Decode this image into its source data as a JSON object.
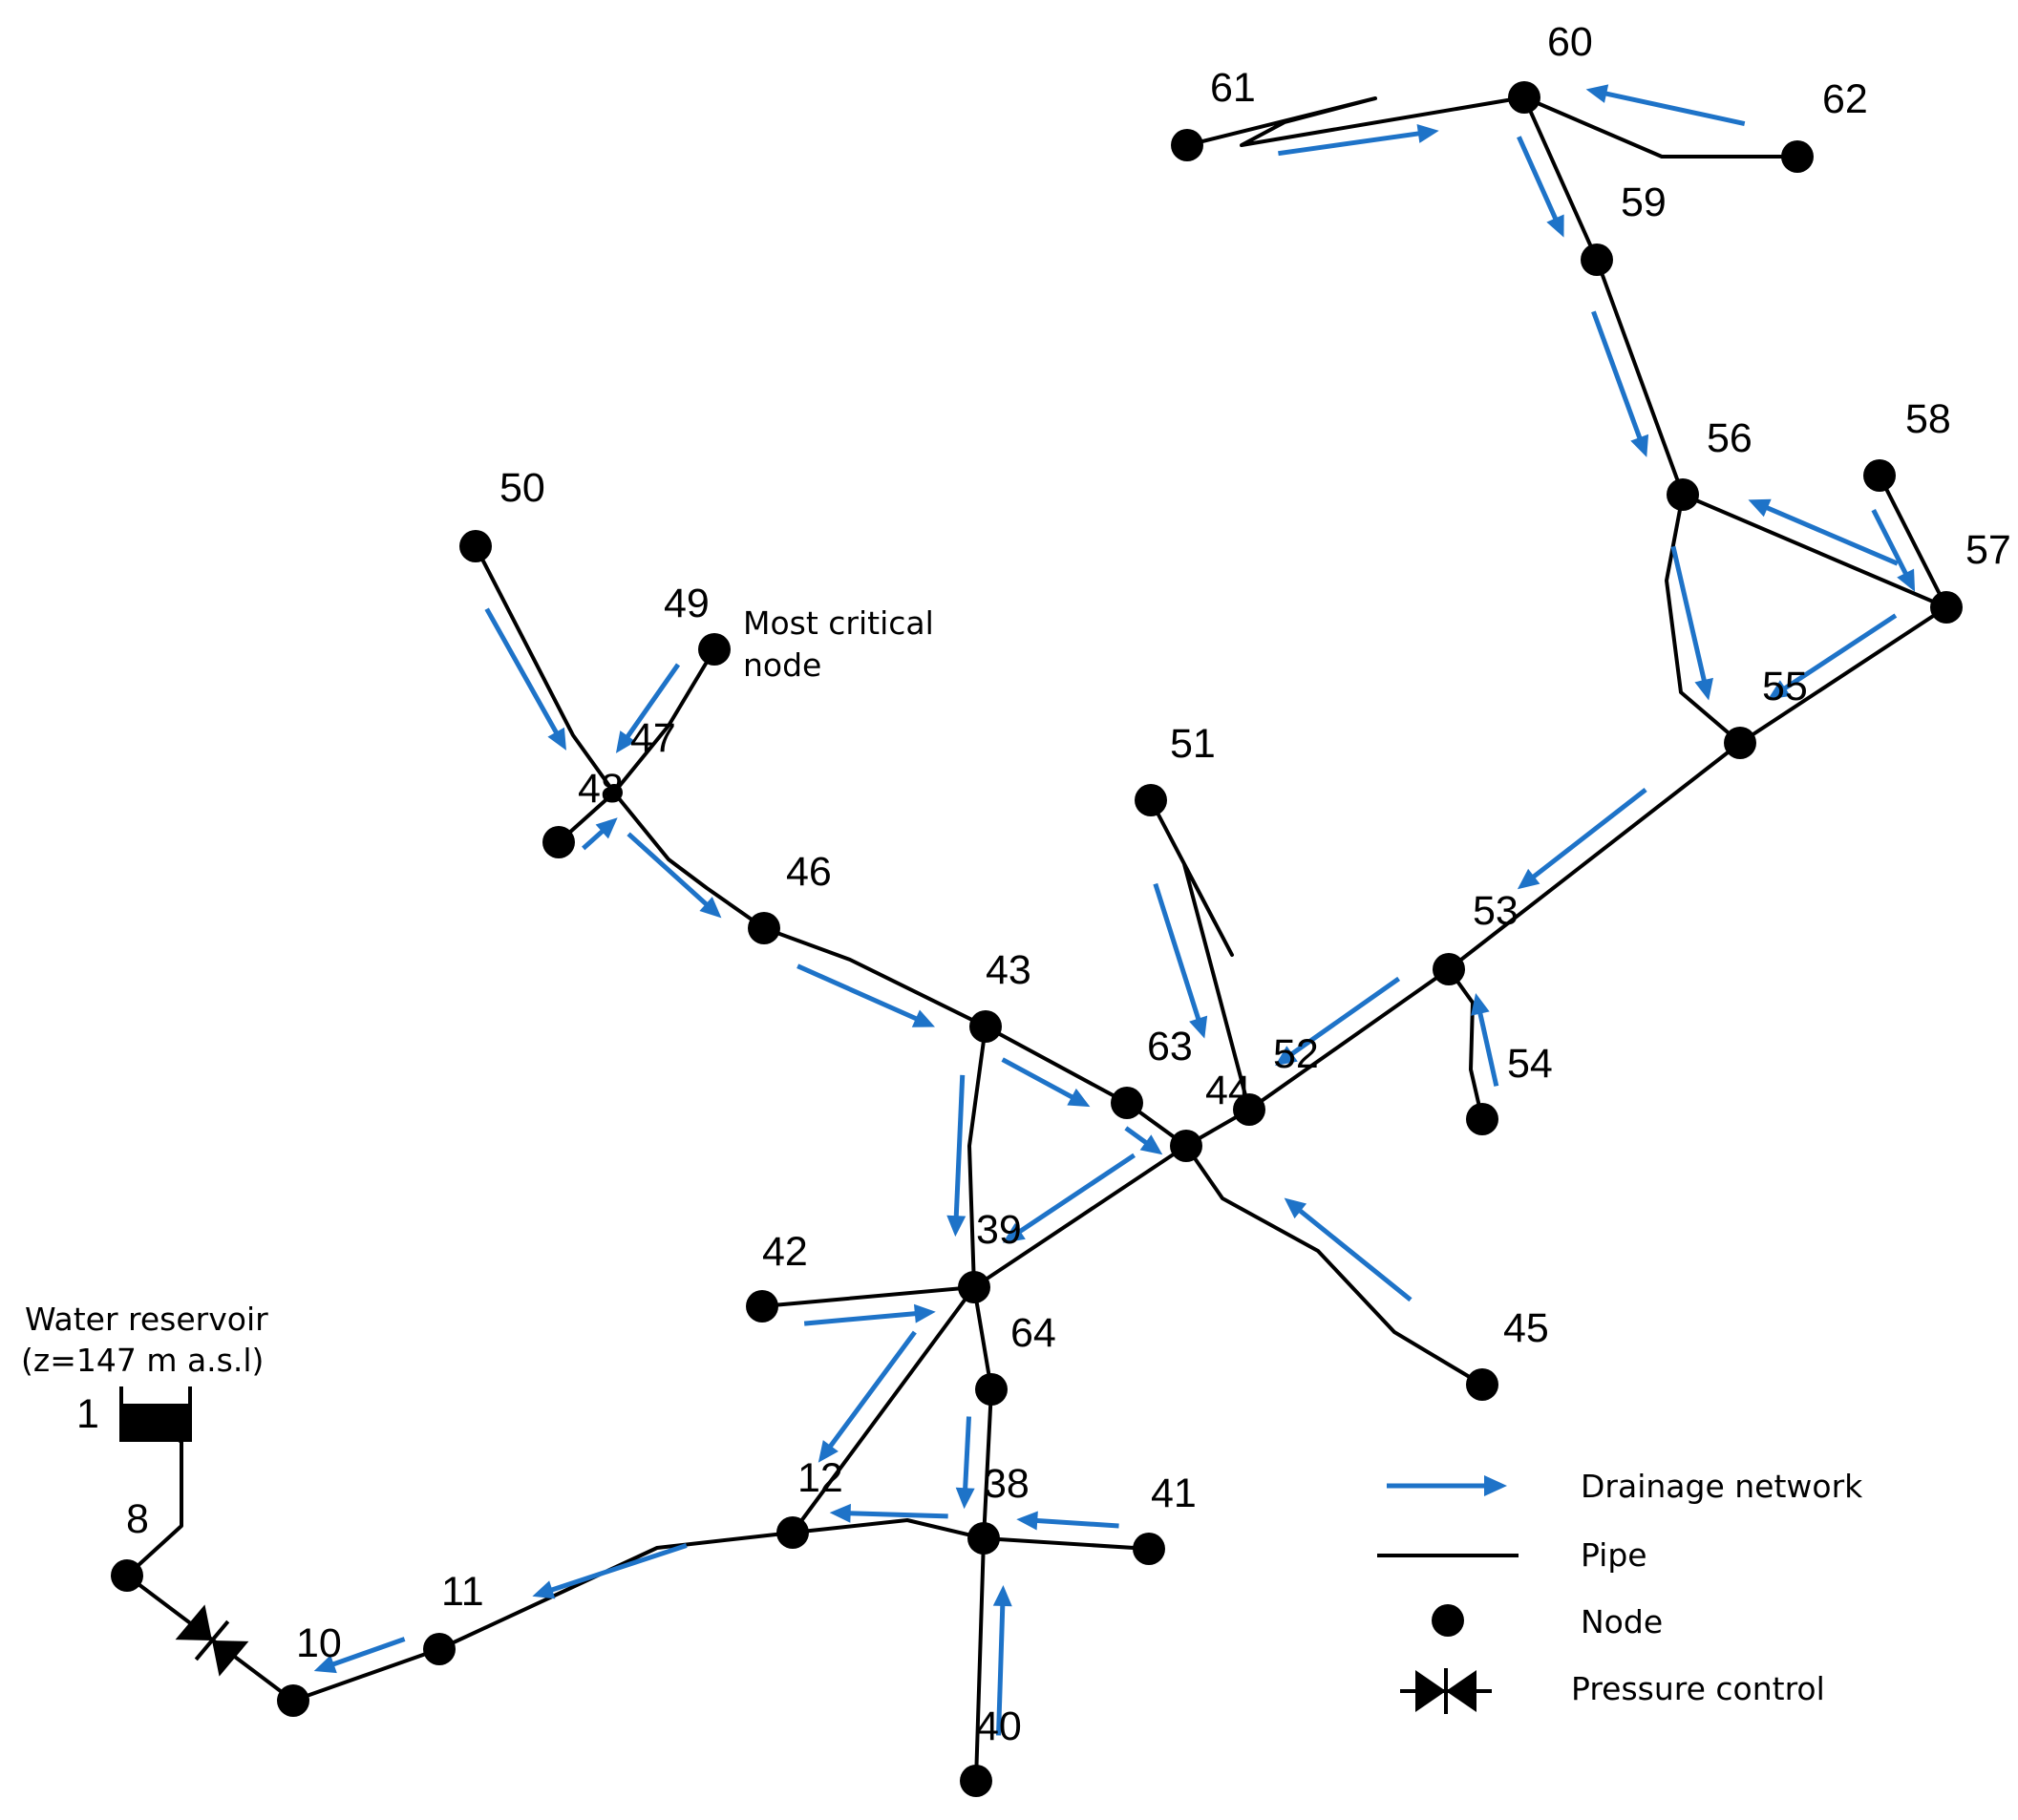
{
  "colors": {
    "flow_arrow": "#1e73c8",
    "pipe": "#000000",
    "node": "#000000"
  },
  "nodes": [
    {
      "id": "1",
      "label": "1"
    },
    {
      "id": "8",
      "label": "8"
    },
    {
      "id": "10",
      "label": "10"
    },
    {
      "id": "11",
      "label": "11"
    },
    {
      "id": "12",
      "label": "12"
    },
    {
      "id": "38",
      "label": "38"
    },
    {
      "id": "39",
      "label": "39"
    },
    {
      "id": "40",
      "label": "40"
    },
    {
      "id": "41",
      "label": "41"
    },
    {
      "id": "42",
      "label": "42"
    },
    {
      "id": "43",
      "label": "43"
    },
    {
      "id": "44",
      "label": "44"
    },
    {
      "id": "45",
      "label": "45"
    },
    {
      "id": "46",
      "label": "46"
    },
    {
      "id": "47",
      "label": "47"
    },
    {
      "id": "48",
      "label": "48"
    },
    {
      "id": "49",
      "label": "49"
    },
    {
      "id": "50",
      "label": "50"
    },
    {
      "id": "51",
      "label": "51"
    },
    {
      "id": "52",
      "label": "52"
    },
    {
      "id": "53",
      "label": "53"
    },
    {
      "id": "54",
      "label": "54"
    },
    {
      "id": "55",
      "label": "55"
    },
    {
      "id": "56",
      "label": "56"
    },
    {
      "id": "57",
      "label": "57"
    },
    {
      "id": "58",
      "label": "58"
    },
    {
      "id": "59",
      "label": "59"
    },
    {
      "id": "60",
      "label": "60"
    },
    {
      "id": "61",
      "label": "61"
    },
    {
      "id": "62",
      "label": "62"
    },
    {
      "id": "63",
      "label": "63"
    },
    {
      "id": "64",
      "label": "64"
    }
  ],
  "pipes": [
    [
      "1",
      "8"
    ],
    [
      "8",
      "10"
    ],
    [
      "10",
      "11"
    ],
    [
      "11",
      "12"
    ],
    [
      "12",
      "38"
    ],
    [
      "12",
      "39"
    ],
    [
      "38",
      "39"
    ],
    [
      "38",
      "40"
    ],
    [
      "38",
      "41"
    ],
    [
      "39",
      "42"
    ],
    [
      "39",
      "43"
    ],
    [
      "39",
      "44"
    ],
    [
      "43",
      "46"
    ],
    [
      "43",
      "44"
    ],
    [
      "46",
      "47"
    ],
    [
      "47",
      "48"
    ],
    [
      "47",
      "49"
    ],
    [
      "47",
      "50"
    ],
    [
      "44",
      "45"
    ],
    [
      "44",
      "52"
    ],
    [
      "52",
      "51"
    ],
    [
      "52",
      "53"
    ],
    [
      "53",
      "54"
    ],
    [
      "53",
      "55"
    ],
    [
      "55",
      "56"
    ],
    [
      "55",
      "57"
    ],
    [
      "56",
      "57"
    ],
    [
      "57",
      "58"
    ],
    [
      "56",
      "59"
    ],
    [
      "59",
      "60"
    ],
    [
      "60",
      "61"
    ],
    [
      "60",
      "62"
    ]
  ],
  "flow_arrows": [
    {
      "from": "11",
      "to": "10"
    },
    {
      "from": "12",
      "to": "11"
    },
    {
      "from": "38",
      "to": "12"
    },
    {
      "from": "41",
      "to": "38"
    },
    {
      "from": "40",
      "to": "38"
    },
    {
      "from": "64",
      "to": "38"
    },
    {
      "from": "39",
      "to": "12"
    },
    {
      "from": "42",
      "to": "39"
    },
    {
      "from": "43",
      "to": "39"
    },
    {
      "from": "44",
      "to": "39"
    },
    {
      "from": "45",
      "to": "44"
    },
    {
      "from": "63",
      "to": "44"
    },
    {
      "from": "43",
      "to": "63"
    },
    {
      "from": "46",
      "to": "43"
    },
    {
      "from": "47",
      "to": "46"
    },
    {
      "from": "48",
      "to": "47"
    },
    {
      "from": "49",
      "to": "47"
    },
    {
      "from": "50",
      "to": "47"
    },
    {
      "from": "51",
      "to": "52"
    },
    {
      "from": "53",
      "to": "52"
    },
    {
      "from": "54",
      "to": "53"
    },
    {
      "from": "55",
      "to": "53"
    },
    {
      "from": "57",
      "to": "55"
    },
    {
      "from": "56",
      "to": "55"
    },
    {
      "from": "57",
      "to": "56"
    },
    {
      "from": "58",
      "to": "57"
    },
    {
      "from": "59",
      "to": "56"
    },
    {
      "from": "60",
      "to": "59"
    },
    {
      "from": "61",
      "to": "60"
    },
    {
      "from": "62",
      "to": "60"
    }
  ],
  "annotations": {
    "reservoir_line1": "Water reservoir",
    "reservoir_line2": "(z=147 m a.s.l)",
    "critical_line1": "Most critical",
    "critical_line2": "node"
  },
  "legend": {
    "drainage": "Drainage network",
    "pipe": "Pipe",
    "node": "Node",
    "pressure_control": "Pressure control"
  }
}
